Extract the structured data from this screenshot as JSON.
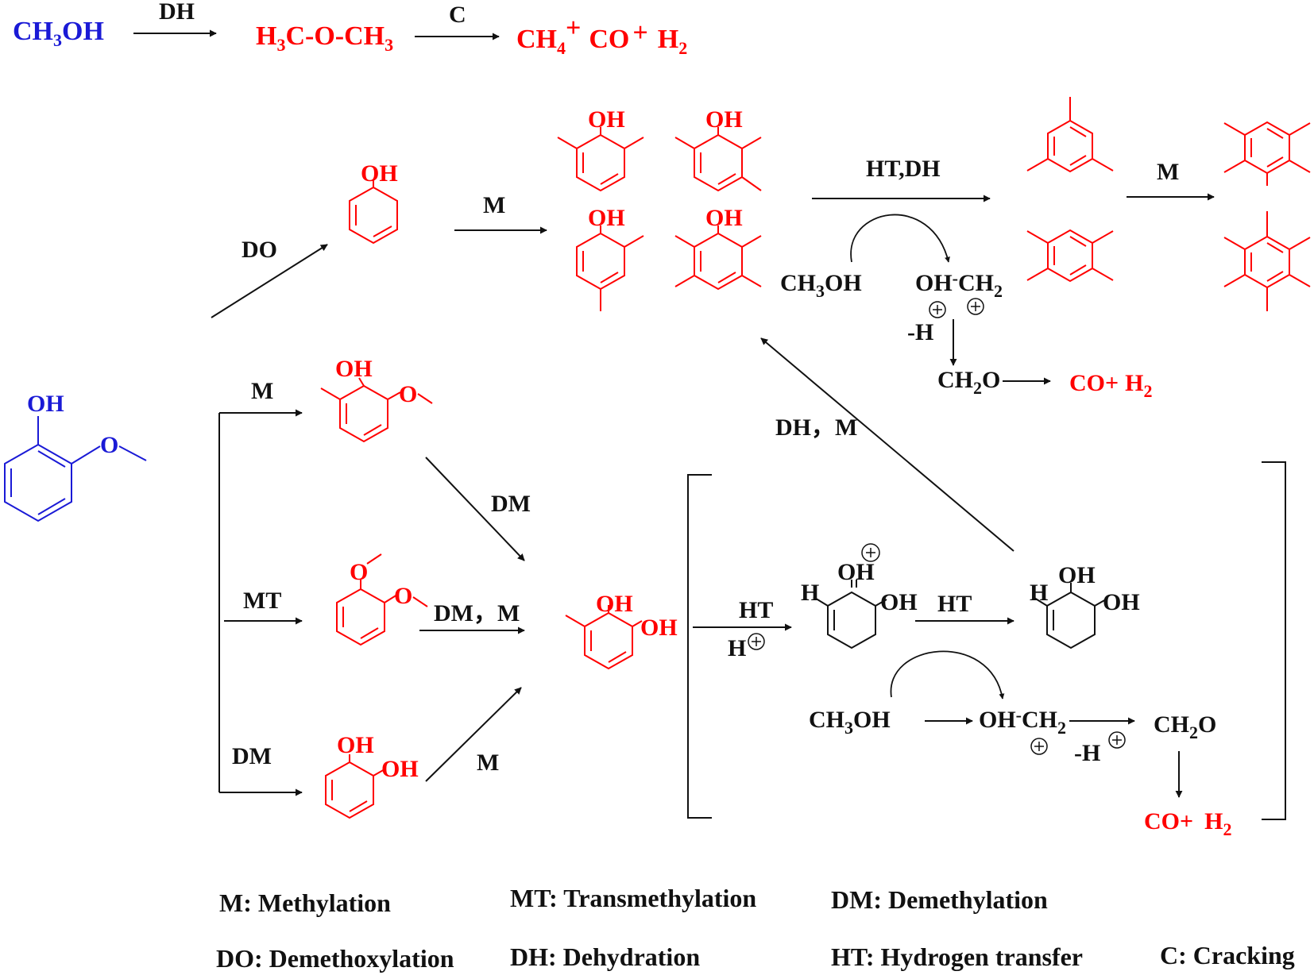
{
  "colors": {
    "reactant": "#1a1ad6",
    "product": "#ff0000",
    "ink": "#111111"
  },
  "top_reaction": {
    "reactant": {
      "main": "CH",
      "sub": "3",
      "tail": "OH"
    },
    "step1": "DH",
    "intermediate": {
      "p1": "H",
      "s1": "3",
      "p2": "C-O-CH",
      "s2": "3"
    },
    "step2": "C",
    "products": {
      "ch": "CH",
      "ch_sub": "4",
      "plus1": "+",
      "co": "CO",
      "plus2": "+",
      "h": "H",
      "h_sub": "2"
    }
  },
  "structures": {
    "guaiacol": {
      "oh": "OH",
      "o": "O"
    },
    "phenol": {
      "oh": "OH"
    },
    "dimethylphenol_26": {
      "oh": "OH"
    },
    "trimethylphenol_236": {
      "oh": "OH"
    },
    "dimethylphenol_24": {
      "oh": "OH"
    },
    "trimethylphenol_246": {
      "oh": "OH"
    },
    "methylguaiacol": {
      "oh": "OH",
      "o": "O"
    },
    "veratrole": {
      "o1": "O",
      "o2": "O"
    },
    "methylcatechol": {
      "oh1": "OH",
      "oh2": "OH"
    },
    "catechol": {
      "oh1": "OH",
      "oh2": "OH"
    },
    "protonated_intermediate": {
      "h": "H",
      "oh1": "OH",
      "oh2": "OH",
      "charge": "+"
    },
    "neutral_intermediate": {
      "h": "H",
      "oh1": "OH",
      "oh2": "OH"
    },
    "icons": [
      "benzene-ring-icon",
      "charge-plus-icon",
      "curved-arrow-icon"
    ]
  },
  "step_labels": {
    "do": "DO",
    "m_phenol": "M",
    "ht_dh": {
      "ht": "HT",
      "comma": ",",
      "dh": "DH"
    },
    "m_benzenes": "M",
    "m_guaiacol": "M",
    "mt": "MT",
    "dm_catechol": "DM",
    "dm_diagonal": "DM",
    "dm_m": "DM，M",
    "m_catechol": "M",
    "dh_m": "DH，M",
    "ht_bracket": "HT",
    "h_plus": "H",
    "ht_second": "HT"
  },
  "methanol_cycle_upper": {
    "methanol": {
      "main": "CH",
      "sub": "3",
      "tail": "OH"
    },
    "carbocation": {
      "oh": "OH",
      "dash": "-",
      "ch": "CH",
      "sub": "2"
    },
    "minus_h": "-H",
    "formaldehyde": {
      "main": "CH",
      "sub": "2",
      "tail": "O"
    },
    "products": {
      "co": "CO",
      "plus": "+",
      "h": "H",
      "sub": "2"
    }
  },
  "methanol_cycle_lower": {
    "methanol": {
      "main": "CH",
      "sub": "3",
      "tail": "OH"
    },
    "carbocation": {
      "oh": "OH",
      "dash": "-",
      "ch": "CH",
      "sub": "2"
    },
    "minus_h": "-H",
    "formaldehyde": {
      "main": "CH",
      "sub": "2",
      "tail": "O"
    },
    "products": {
      "co": "CO",
      "plus": "+",
      "h": "H",
      "sub": "2"
    }
  },
  "legend": [
    {
      "abbr": "M",
      "text": "M: Methylation"
    },
    {
      "abbr": "MT",
      "text": "MT: Transmethylation"
    },
    {
      "abbr": "DM",
      "text": "DM: Demethylation"
    },
    {
      "abbr": "DO",
      "text": "DO: Demethoxylation"
    },
    {
      "abbr": "DH",
      "text": "DH: Dehydration"
    },
    {
      "abbr": "HT",
      "text": "HT: Hydrogen transfer"
    },
    {
      "abbr": "C",
      "text": "C: Cracking"
    }
  ]
}
